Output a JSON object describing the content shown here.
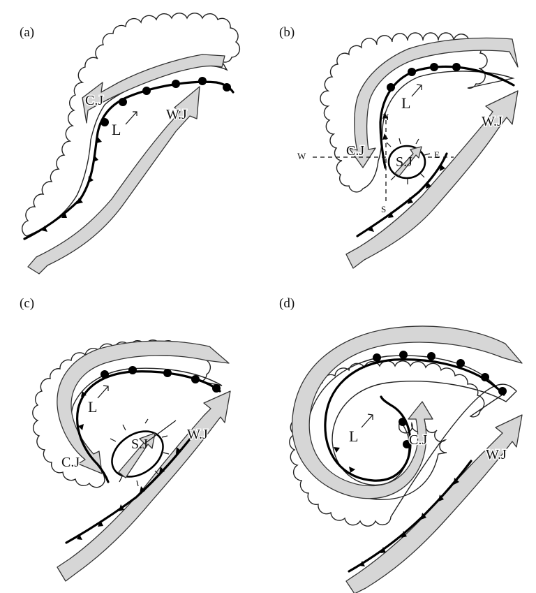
{
  "figure": {
    "panels": [
      {
        "id": "a",
        "label": "(a)",
        "jets": [
          "C.J",
          "W.J"
        ],
        "low": "L"
      },
      {
        "id": "b",
        "label": "(b)",
        "jets": [
          "C.J",
          "S.J",
          "W.J"
        ],
        "low": "L",
        "compass": [
          "N",
          "S",
          "E",
          "W"
        ]
      },
      {
        "id": "c",
        "label": "(c)",
        "jets": [
          "C.J",
          "S.J",
          "W.J"
        ],
        "low": "L"
      },
      {
        "id": "d",
        "label": "(d)",
        "jets": [
          "C.J",
          "W.J"
        ],
        "low": "L"
      }
    ]
  },
  "colors": {
    "jet_fill": "#d6d6d6",
    "front": "#000000",
    "cloud_fill": "#ffffff"
  }
}
